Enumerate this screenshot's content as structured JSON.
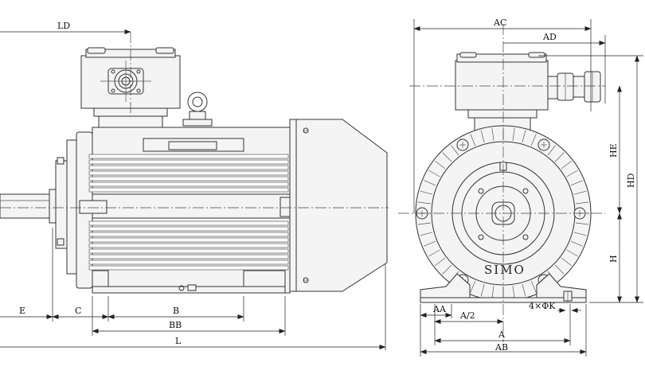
{
  "side_view": {
    "labels": {
      "ld": "LD",
      "e": "E",
      "c": "C",
      "b": "B",
      "bb": "BB",
      "l": "L"
    }
  },
  "front_view": {
    "brand": "SIMO",
    "labels": {
      "ac": "AC",
      "ad": "AD",
      "he": "HE",
      "hd": "HD",
      "h": "H",
      "aa": "AA",
      "a_half": "A/2",
      "a": "A",
      "ab": "AB",
      "bolt_holes": "4×ΦK"
    }
  }
}
